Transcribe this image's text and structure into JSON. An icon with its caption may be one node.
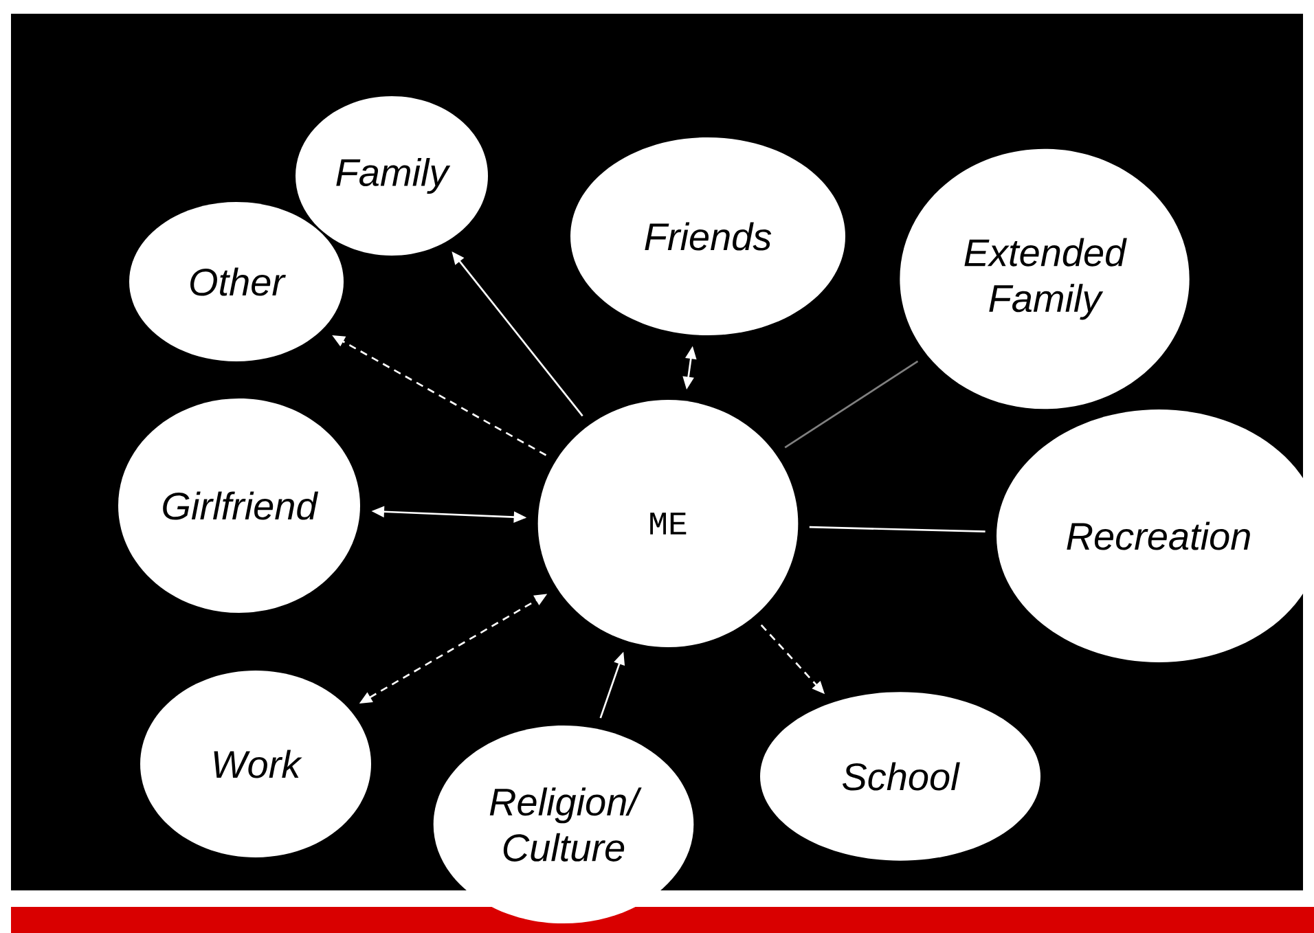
{
  "diagram": {
    "nodes": [
      {
        "text": [
          "Family"
        ]
      },
      {
        "text": [
          "Friends"
        ]
      },
      {
        "text": [
          "Extended Family"
        ]
      },
      {
        "text": [
          "Other"
        ]
      },
      {
        "text": [
          "Girlfriend"
        ]
      },
      {
        "text": [
          "ME"
        ]
      },
      {
        "text": [
          "Recreation"
        ]
      },
      {
        "text": [
          "Work"
        ]
      },
      {
        "text": [
          "Religion/ Culture"
        ]
      },
      {
        "text": [
          "School"
        ]
      }
    ],
    "edges": [
      {
        "from": 5,
        "to": 0,
        "arrow": "to"
      },
      {
        "from": 5,
        "to": 3,
        "arrow": "to",
        "style": "dashed"
      },
      {
        "from": 1,
        "to": 5,
        "arrow": "both"
      },
      {
        "from": 2,
        "to": 5,
        "arrow": "none",
        "color": "#808080"
      },
      {
        "from": 4,
        "to": 5,
        "arrow": "both"
      },
      {
        "from": 5,
        "to": 6,
        "arrow": "none"
      },
      {
        "from": 7,
        "to": 5,
        "arrow": "both",
        "style": "dashed"
      },
      {
        "from": 8,
        "to": 5,
        "arrow": "to"
      },
      {
        "from": 5,
        "to": 9,
        "arrow": "to",
        "style": "dashed"
      }
    ]
  }
}
